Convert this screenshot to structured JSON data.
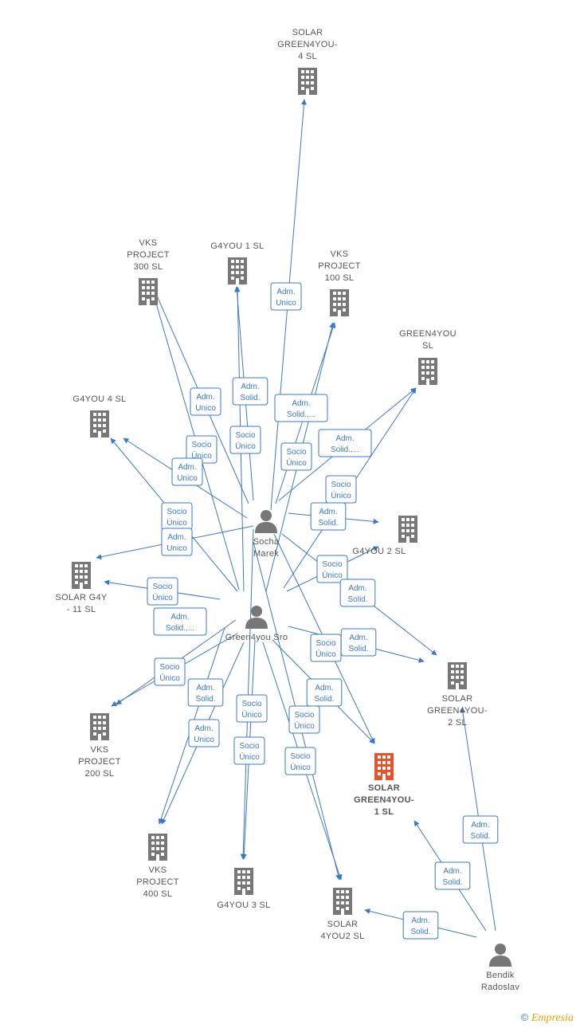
{
  "colors": {
    "edge": "#3b78c8",
    "company": "#777777",
    "highlight": "#e8522a",
    "person": "#777777"
  },
  "nodes": [
    {
      "id": "solar4",
      "kind": "company",
      "name": "solar-green4you-4-sl-node",
      "label": [
        "SOLAR",
        "GREEN4YOU-",
        "4  SL"
      ],
      "highlight": false
    },
    {
      "id": "vks300",
      "kind": "company",
      "name": "vks-project-300-sl-node",
      "label": [
        "VKS",
        "PROJECT",
        "300  SL"
      ],
      "highlight": false
    },
    {
      "id": "g4you1",
      "kind": "company",
      "name": "g4you-1-sl-node",
      "label": [
        "G4YOU 1  SL"
      ],
      "highlight": false
    },
    {
      "id": "vks100",
      "kind": "company",
      "name": "vks-project-100-sl-node",
      "label": [
        "VKS",
        "PROJECT",
        "100  SL"
      ],
      "highlight": false
    },
    {
      "id": "green4you",
      "kind": "company",
      "name": "green4you-sl-node",
      "label": [
        "GREEN4YOU",
        "SL"
      ],
      "highlight": false
    },
    {
      "id": "g4you4",
      "kind": "company",
      "name": "g4you-4-sl-node",
      "label": [
        "G4YOU 4  SL"
      ],
      "highlight": false
    },
    {
      "id": "socha",
      "kind": "person",
      "name": "socha-marek-node",
      "label": [
        "Socha",
        "Marek"
      ],
      "highlight": false
    },
    {
      "id": "g4you2",
      "kind": "company",
      "name": "g4you-2-sl-node",
      "label": [
        "G4YOU 2  SL"
      ],
      "highlight": false
    },
    {
      "id": "solarg4y11",
      "kind": "company",
      "name": "solar-g4y-11-sl-node",
      "label": [
        "SOLAR G4Y",
        "-  11  SL"
      ],
      "highlight": false
    },
    {
      "id": "green4yousro",
      "kind": "person",
      "name": "green4you-sro-node",
      "label": [
        "Green4you Sro"
      ],
      "highlight": false
    },
    {
      "id": "solar2",
      "kind": "company",
      "name": "solar-green4you-2-sl-node",
      "label": [
        "SOLAR",
        "GREEN4YOU-",
        "2  SL"
      ],
      "highlight": false
    },
    {
      "id": "vks200",
      "kind": "company",
      "name": "vks-project-200-sl-node",
      "label": [
        "VKS",
        "PROJECT",
        "200  SL"
      ],
      "highlight": false
    },
    {
      "id": "solar1",
      "kind": "company",
      "name": "solar-green4you-1-sl-node",
      "label": [
        "SOLAR",
        "GREEN4YOU-",
        "1  SL"
      ],
      "highlight": true
    },
    {
      "id": "vks400",
      "kind": "company",
      "name": "vks-project-400-sl-node",
      "label": [
        "VKS",
        "PROJECT",
        "400  SL"
      ],
      "highlight": false
    },
    {
      "id": "g4you3",
      "kind": "company",
      "name": "g4you-3-sl-node",
      "label": [
        "G4YOU 3  SL"
      ],
      "highlight": false
    },
    {
      "id": "solar4you2",
      "kind": "company",
      "name": "solar-4you2-sl-node",
      "label": [
        "SOLAR",
        "4YOU2  SL"
      ],
      "highlight": false
    },
    {
      "id": "bendik",
      "kind": "person",
      "name": "bendik-radoslav-node",
      "label": [
        "Bendik",
        "Radoslav"
      ],
      "highlight": false
    }
  ],
  "edge_labels": [
    [
      "Adm.",
      "Unico"
    ],
    [
      "Adm.",
      "Solid."
    ],
    [
      "Adm.",
      "Unico"
    ],
    [
      "Adm.",
      "Solid.,..."
    ],
    [
      "Socio",
      "Único"
    ],
    [
      "Socio",
      "Único"
    ],
    [
      "Socio",
      "Único"
    ],
    [
      "Adm.",
      "Solid.,..."
    ],
    [
      "Adm.",
      "Unico"
    ],
    [
      "Socio",
      "Único"
    ],
    [
      "Socio",
      "Único"
    ],
    [
      "Adm.",
      "Solid."
    ],
    [
      "Adm.",
      "Unico"
    ],
    [
      "Socio",
      "Único"
    ],
    [
      "Socio",
      "Único"
    ],
    [
      "Adm.",
      "Solid."
    ],
    [
      "Adm.",
      "Solid.,..."
    ],
    [
      "Adm.",
      "Solid."
    ],
    [
      "Socio",
      "Único"
    ],
    [
      "Socio",
      "Único"
    ],
    [
      "Adm.",
      "Solid."
    ],
    [
      "Socio",
      "Único"
    ],
    [
      "Adm.",
      "Unico"
    ],
    [
      "Adm.",
      "Solid."
    ],
    [
      "Socio",
      "Único"
    ],
    [
      "Socio",
      "Único"
    ],
    [
      "Socio",
      "Único"
    ],
    [
      "Adm.",
      "Solid."
    ],
    [
      "Adm.",
      "Solid."
    ],
    [
      "Adm.",
      "Solid."
    ]
  ],
  "footer": {
    "copyright": "©",
    "brand": "Empresia"
  }
}
